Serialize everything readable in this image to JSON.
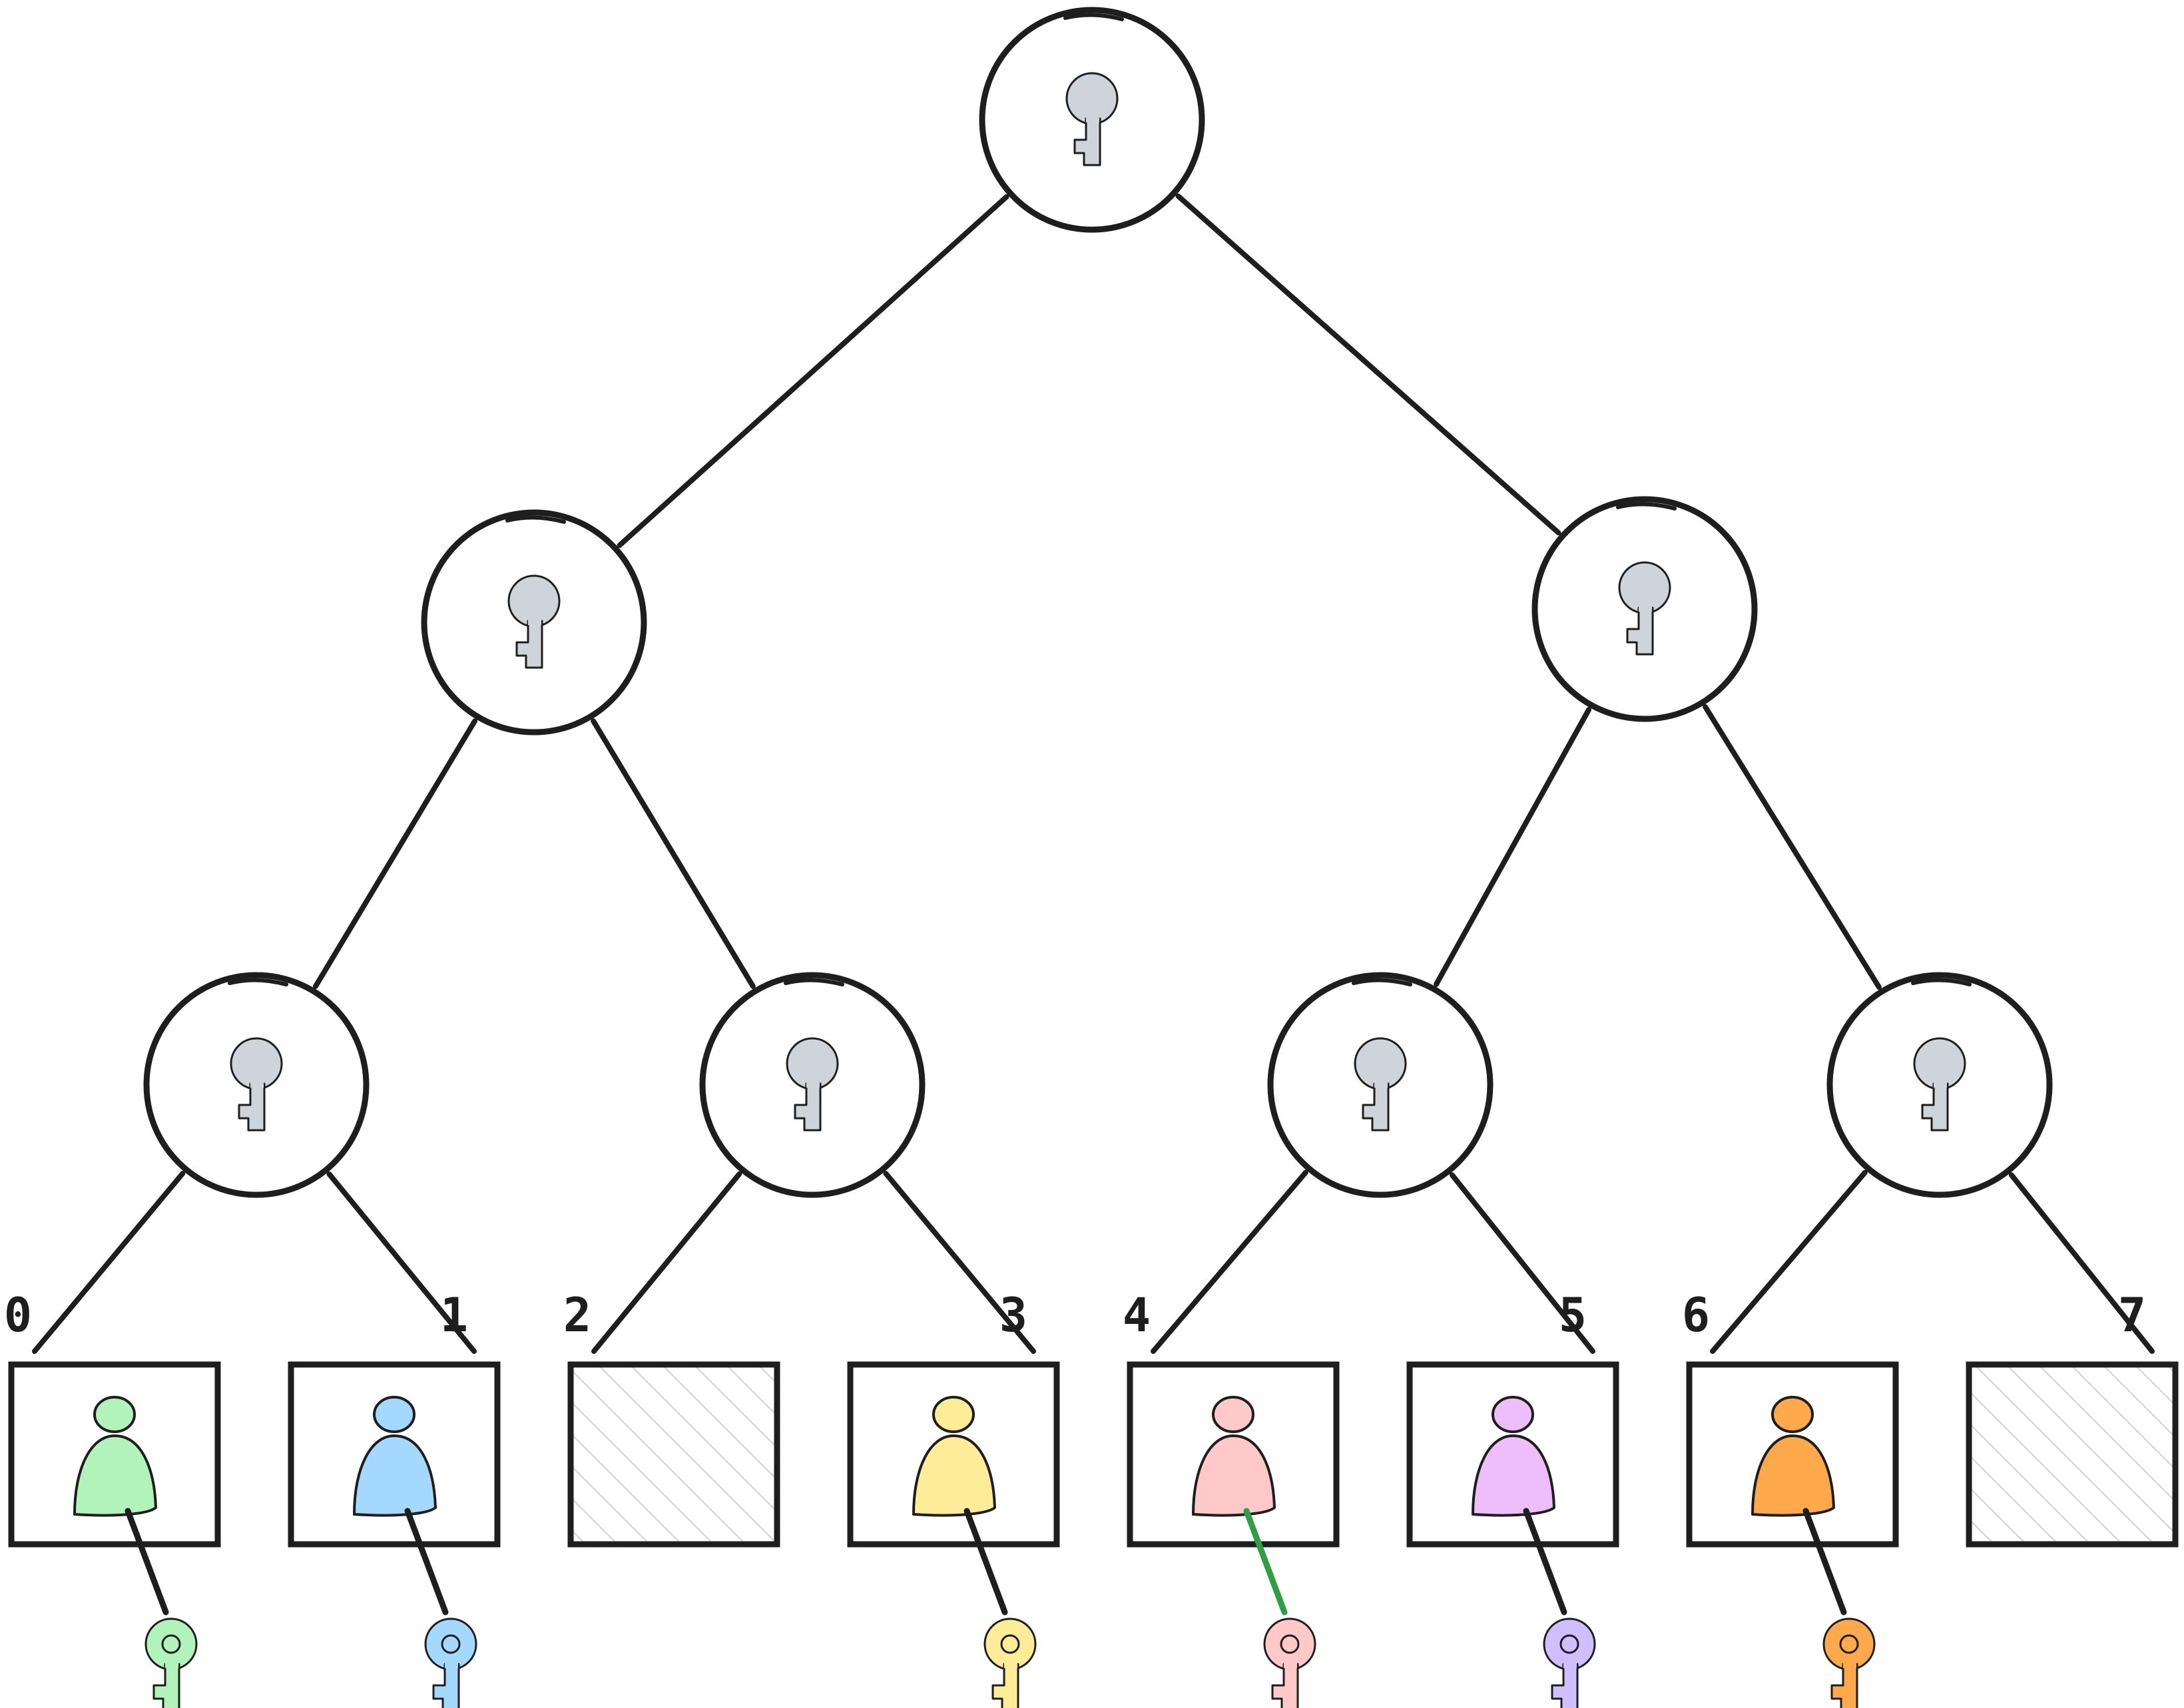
{
  "leaves": [
    {
      "index": "0",
      "occupied": true,
      "color": "#b2f2bb",
      "key_color": "#b2f2bb",
      "edge_color": "#1e1e1e"
    },
    {
      "index": "1",
      "occupied": true,
      "color": "#a5d8ff",
      "key_color": "#a5d8ff",
      "edge_color": "#1e1e1e"
    },
    {
      "index": "2",
      "occupied": false,
      "color": "",
      "key_color": "",
      "edge_color": ""
    },
    {
      "index": "3",
      "occupied": true,
      "color": "#ffec99",
      "key_color": "#ffec99",
      "edge_color": "#1e1e1e"
    },
    {
      "index": "4",
      "occupied": true,
      "color": "#ffc9c9",
      "key_color": "#ffc9c9",
      "edge_color": "#2f9e44"
    },
    {
      "index": "5",
      "occupied": true,
      "color": "#eebefa",
      "key_color": "#d0bfff",
      "edge_color": "#1e1e1e"
    },
    {
      "index": "6",
      "occupied": true,
      "color": "#ffa94d",
      "key_color": "#ffa94d",
      "edge_color": "#1e1e1e"
    },
    {
      "index": "7",
      "occupied": false,
      "color": "",
      "key_color": "",
      "edge_color": ""
    }
  ],
  "colors": {
    "stroke": "#1e1e1e",
    "node_key": "#ced4da",
    "hatch": "#d9d9d9"
  },
  "icons": {
    "node": "keyhole-icon",
    "member": "person-icon",
    "member_key": "key-icon"
  }
}
